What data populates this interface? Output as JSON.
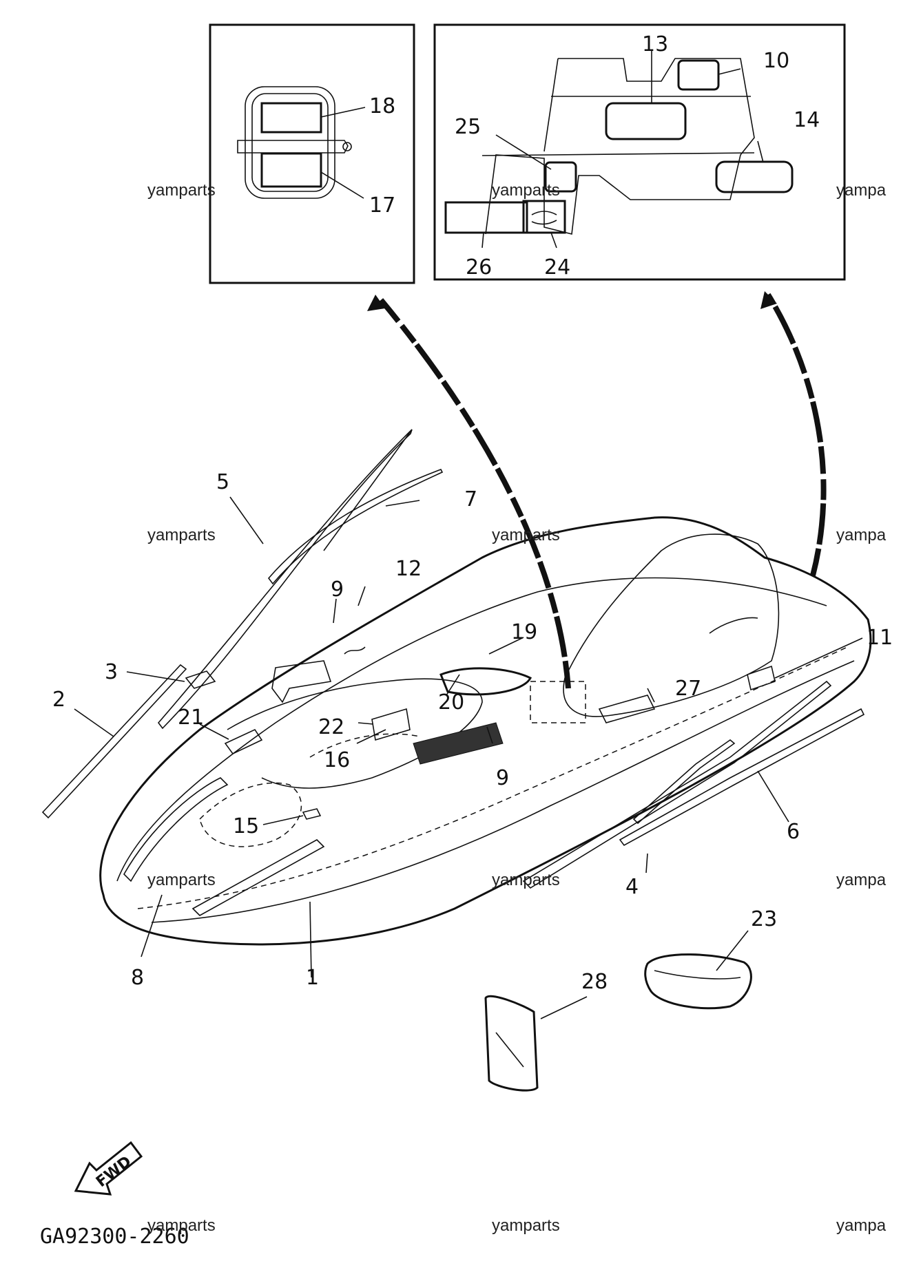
{
  "diagram": {
    "code": "GA92300-2260",
    "fwd_label": "FWD",
    "watermark": "yamparts",
    "watermark_partial": "yampa",
    "callouts": [
      "1",
      "2",
      "3",
      "4",
      "5",
      "6",
      "7",
      "8",
      "9",
      "10",
      "11",
      "12",
      "13",
      "14",
      "15",
      "16",
      "17",
      "18",
      "19",
      "20",
      "21",
      "22",
      "23",
      "24",
      "25",
      "26",
      "27",
      "28"
    ],
    "callout_9_second": "9"
  }
}
